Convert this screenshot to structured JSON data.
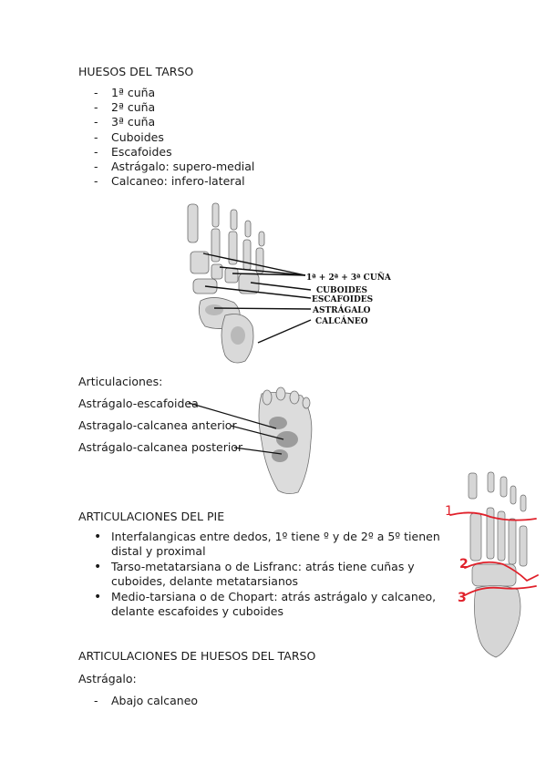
{
  "section1": {
    "title": "HUESOS DEL TARSO",
    "items": [
      "1ª cuña",
      "2ª cuña",
      "3ª cuña",
      "Cuboides",
      "Escafoides",
      "Astrágalo: supero-medial",
      "Calcaneo: infero-lateral"
    ]
  },
  "figure1": {
    "labels": [
      "1ª + 2ª + 3ª CUÑA",
      "CUBOIDES",
      "ESCAFOIDES",
      "ASTRÁGALO",
      "CALCÁNEO"
    ]
  },
  "section2": {
    "title": "Articulaciones:",
    "items": [
      "Astrágalo-escafoidea",
      "Astragalo-calcanea anterior",
      "Astrágalo-calcanea posterior"
    ]
  },
  "section3": {
    "title": "ARTICULACIONES DEL PIE",
    "items": [
      "Interfalangicas entre dedos, 1º tiene º y de 2º a 5º tienen distal y proximal",
      "Tarso-metatarsiana o de Lisfranc: atrás tiene cuñas y cuboides, delante metatarsianos",
      "Medio-tarsiana o de Chopart: atrás astrágalo y calcaneo, delante escafoides y cuboides"
    ]
  },
  "figure3": {
    "marks": [
      "1",
      "2",
      "3"
    ],
    "ink_color": "#e0202a"
  },
  "section4": {
    "title": "ARTICULACIONES DE HUESOS DEL TARSO",
    "subtitle": "Astrágalo:",
    "items": [
      "Abajo calcaneo"
    ]
  }
}
